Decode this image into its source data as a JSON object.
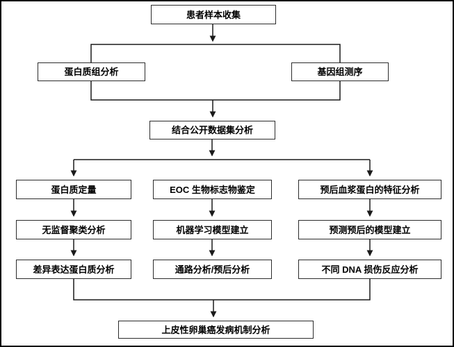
{
  "diagram": {
    "type": "flowchart",
    "nodes": [
      {
        "id": "patient-sample-collection",
        "label": "患者样本收集"
      },
      {
        "id": "proteomics-analysis",
        "label": "蛋白质组分析"
      },
      {
        "id": "genome-sequencing",
        "label": "基因组测序"
      },
      {
        "id": "public-dataset-analysis",
        "label": "结合公开数据集分析"
      },
      {
        "id": "protein-quantification",
        "label": "蛋白质定量"
      },
      {
        "id": "eoc-biomarker-identification",
        "label": "EOC 生物标志物鉴定"
      },
      {
        "id": "prognostic-plasma-protein-features",
        "label": "预后血浆蛋白的特征分析"
      },
      {
        "id": "unsupervised-clustering-analysis",
        "label": "无监督聚类分析"
      },
      {
        "id": "machine-learning-model-building",
        "label": "机器学习模型建立"
      },
      {
        "id": "prognosis-prediction-model",
        "label": "预测预后的模型建立"
      },
      {
        "id": "differential-protein-analysis",
        "label": "差异表达蛋白质分析"
      },
      {
        "id": "pathway-prognosis-analysis",
        "label": "通路分析/预后分析"
      },
      {
        "id": "dna-damage-response-analysis",
        "label": "不同 DNA 损伤反应分析"
      },
      {
        "id": "eoc-pathogenesis-analysis",
        "label": "上皮性卵巢癌发病机制分析"
      }
    ]
  },
  "colors": {
    "background": "#ffffff",
    "frame_border": "#000000",
    "box_border": "#2b2b2b",
    "line": "#1a1a1a",
    "text": "#000000"
  }
}
